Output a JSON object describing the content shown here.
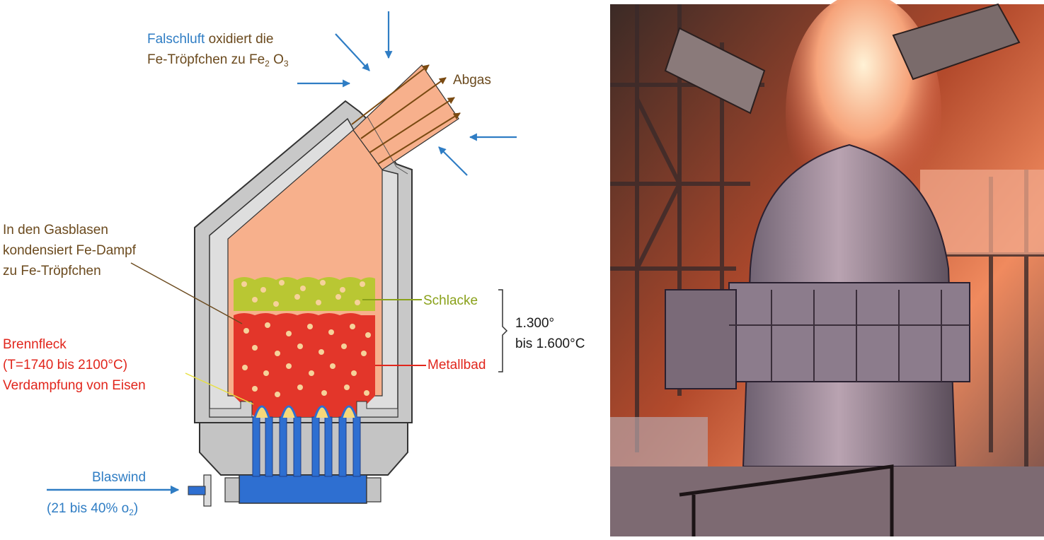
{
  "diagram": {
    "falschluft": {
      "highlight": "Falschluft",
      "rest_line1": " oxidiert die",
      "line2_prefix": "Fe-Tröpfchen zu Fe",
      "sub1": "2",
      "mid": " O",
      "sub2": "3"
    },
    "abgas": "Abgas",
    "gasblasen": [
      "In den Gasblasen",
      "kondensiert Fe-Dampf",
      "zu Fe-Tröpfchen"
    ],
    "schlacke": "Schlacke",
    "temperature": [
      "1.300°",
      "bis 1.600°C"
    ],
    "metallbad": "Metallbad",
    "brennfleck": [
      "Brennfleck",
      "(T=1740 bis 2100°C)",
      "Verdampfung von Eisen"
    ],
    "blaswind": {
      "label": "Blaswind",
      "detail_prefix": "(21 bis 40% o",
      "detail_sub": "2",
      "detail_suffix": ")"
    }
  },
  "colors": {
    "air_arrow": "#2f7dc4",
    "gas": "#f7b08c",
    "slag": "#b9c733",
    "metal": "#e3362a",
    "steel_wall": "#c9c9c9",
    "tuyere": "#2e6fd1",
    "label_brown": "#6b4a1e",
    "label_red": "#e1261c",
    "label_olive": "#8aa11a"
  },
  "photo": {
    "subject": "bessemer-converter-photo"
  }
}
